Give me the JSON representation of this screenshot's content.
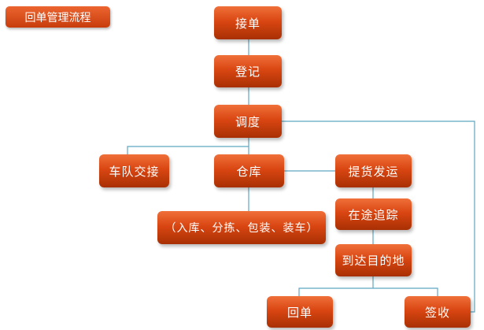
{
  "title": "回单管理流程",
  "nodes": {
    "jiedan": "接单",
    "dengji": "登记",
    "diaodu": "调度",
    "cheduijiaojie": "车队交接",
    "cangku": "仓库",
    "tihuofayun": "提货发运",
    "cangku_detail": "（入库、分拣、包装、装车）",
    "zaitu": "在途追踪",
    "daoda": "到达目的地",
    "huidan": "回单",
    "qianshou": "签收"
  }
}
